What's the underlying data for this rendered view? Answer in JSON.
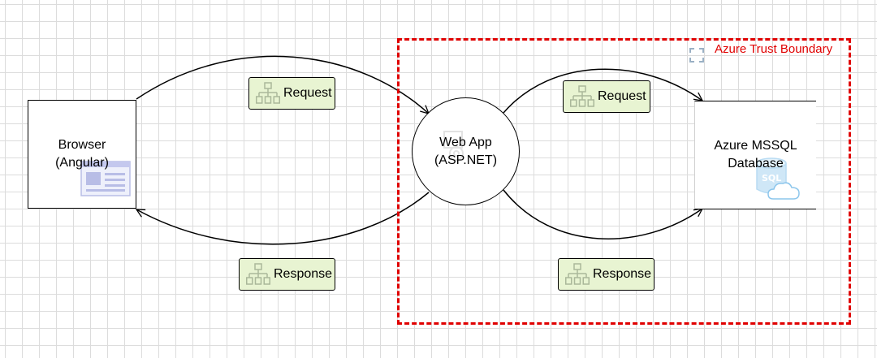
{
  "boundary": {
    "label": "Azure Trust Boundary",
    "color": "#e00000",
    "icon": "dashed-square-icon"
  },
  "nodes": {
    "browser": {
      "label": "Browser\n(Angular)",
      "icon": "browser-window-icon"
    },
    "web_app": {
      "label": "Web App\n(ASP.NET)",
      "icon": "web-app-icon"
    },
    "database": {
      "label": "Azure MSSQL\nDatabase",
      "icon": "sql-cloud-icon"
    }
  },
  "flows": {
    "browser_to_web_request": {
      "label": "Request",
      "icon": "data-flow-icon"
    },
    "web_to_browser_response": {
      "label": "Response",
      "icon": "data-flow-icon"
    },
    "web_to_db_request": {
      "label": "Request",
      "icon": "data-flow-icon"
    },
    "db_to_web_response": {
      "label": "Response",
      "icon": "data-flow-icon"
    }
  },
  "colors": {
    "flow_label_bg": "#e8f4d2",
    "boundary": "#e00000"
  }
}
